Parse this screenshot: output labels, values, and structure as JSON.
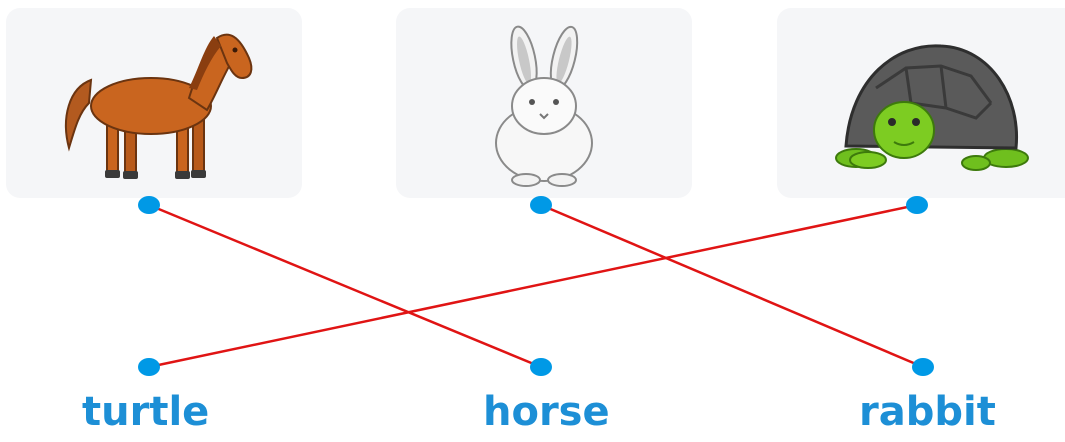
{
  "colors": {
    "accent": "#0099e6",
    "word_color": "#1d8fd6",
    "line_color": "#e01414",
    "card_bg": "#f5f6f8"
  },
  "images": [
    {
      "id": "horse",
      "icon": "horse-image"
    },
    {
      "id": "rabbit",
      "icon": "rabbit-image"
    },
    {
      "id": "turtle",
      "icon": "turtle-image"
    }
  ],
  "words": {
    "turtle": "turtle",
    "horse": "horse",
    "rabbit": "rabbit"
  },
  "connections": [
    {
      "image": "horse",
      "word": "horse"
    },
    {
      "image": "rabbit",
      "word": "rabbit"
    },
    {
      "image": "turtle",
      "word": "turtle"
    }
  ]
}
